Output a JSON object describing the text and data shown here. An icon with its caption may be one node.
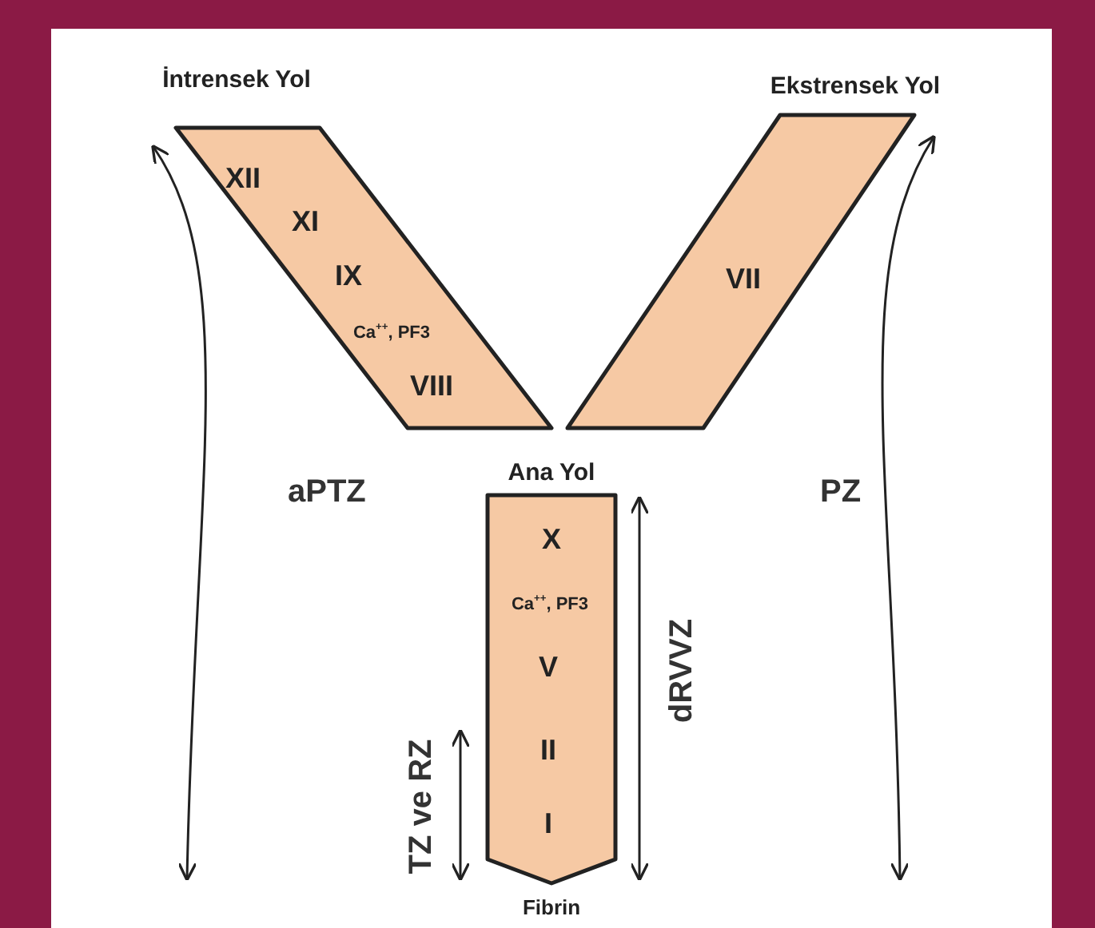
{
  "diagram": {
    "nodes": [
      {
        "text": [
          "İntrensek Yol",
          "XII",
          "XI",
          "IX",
          "Ca$^{++}$, PF3",
          "VIII"
        ]
      },
      {
        "text": [
          "Ekstrensek Yol",
          "VII"
        ]
      },
      {
        "text": [
          "Ana Yol",
          "X",
          "Ca$^{++}$, PF3",
          "V",
          "II",
          "I"
        ],
        "beside": [
          "Fibrin"
        ]
      }
    ],
    "edges": [],
    "labels": [
      "aPTZ",
      "PZ",
      "dRVVZ",
      "TZ ve RZ"
    ]
  }
}
